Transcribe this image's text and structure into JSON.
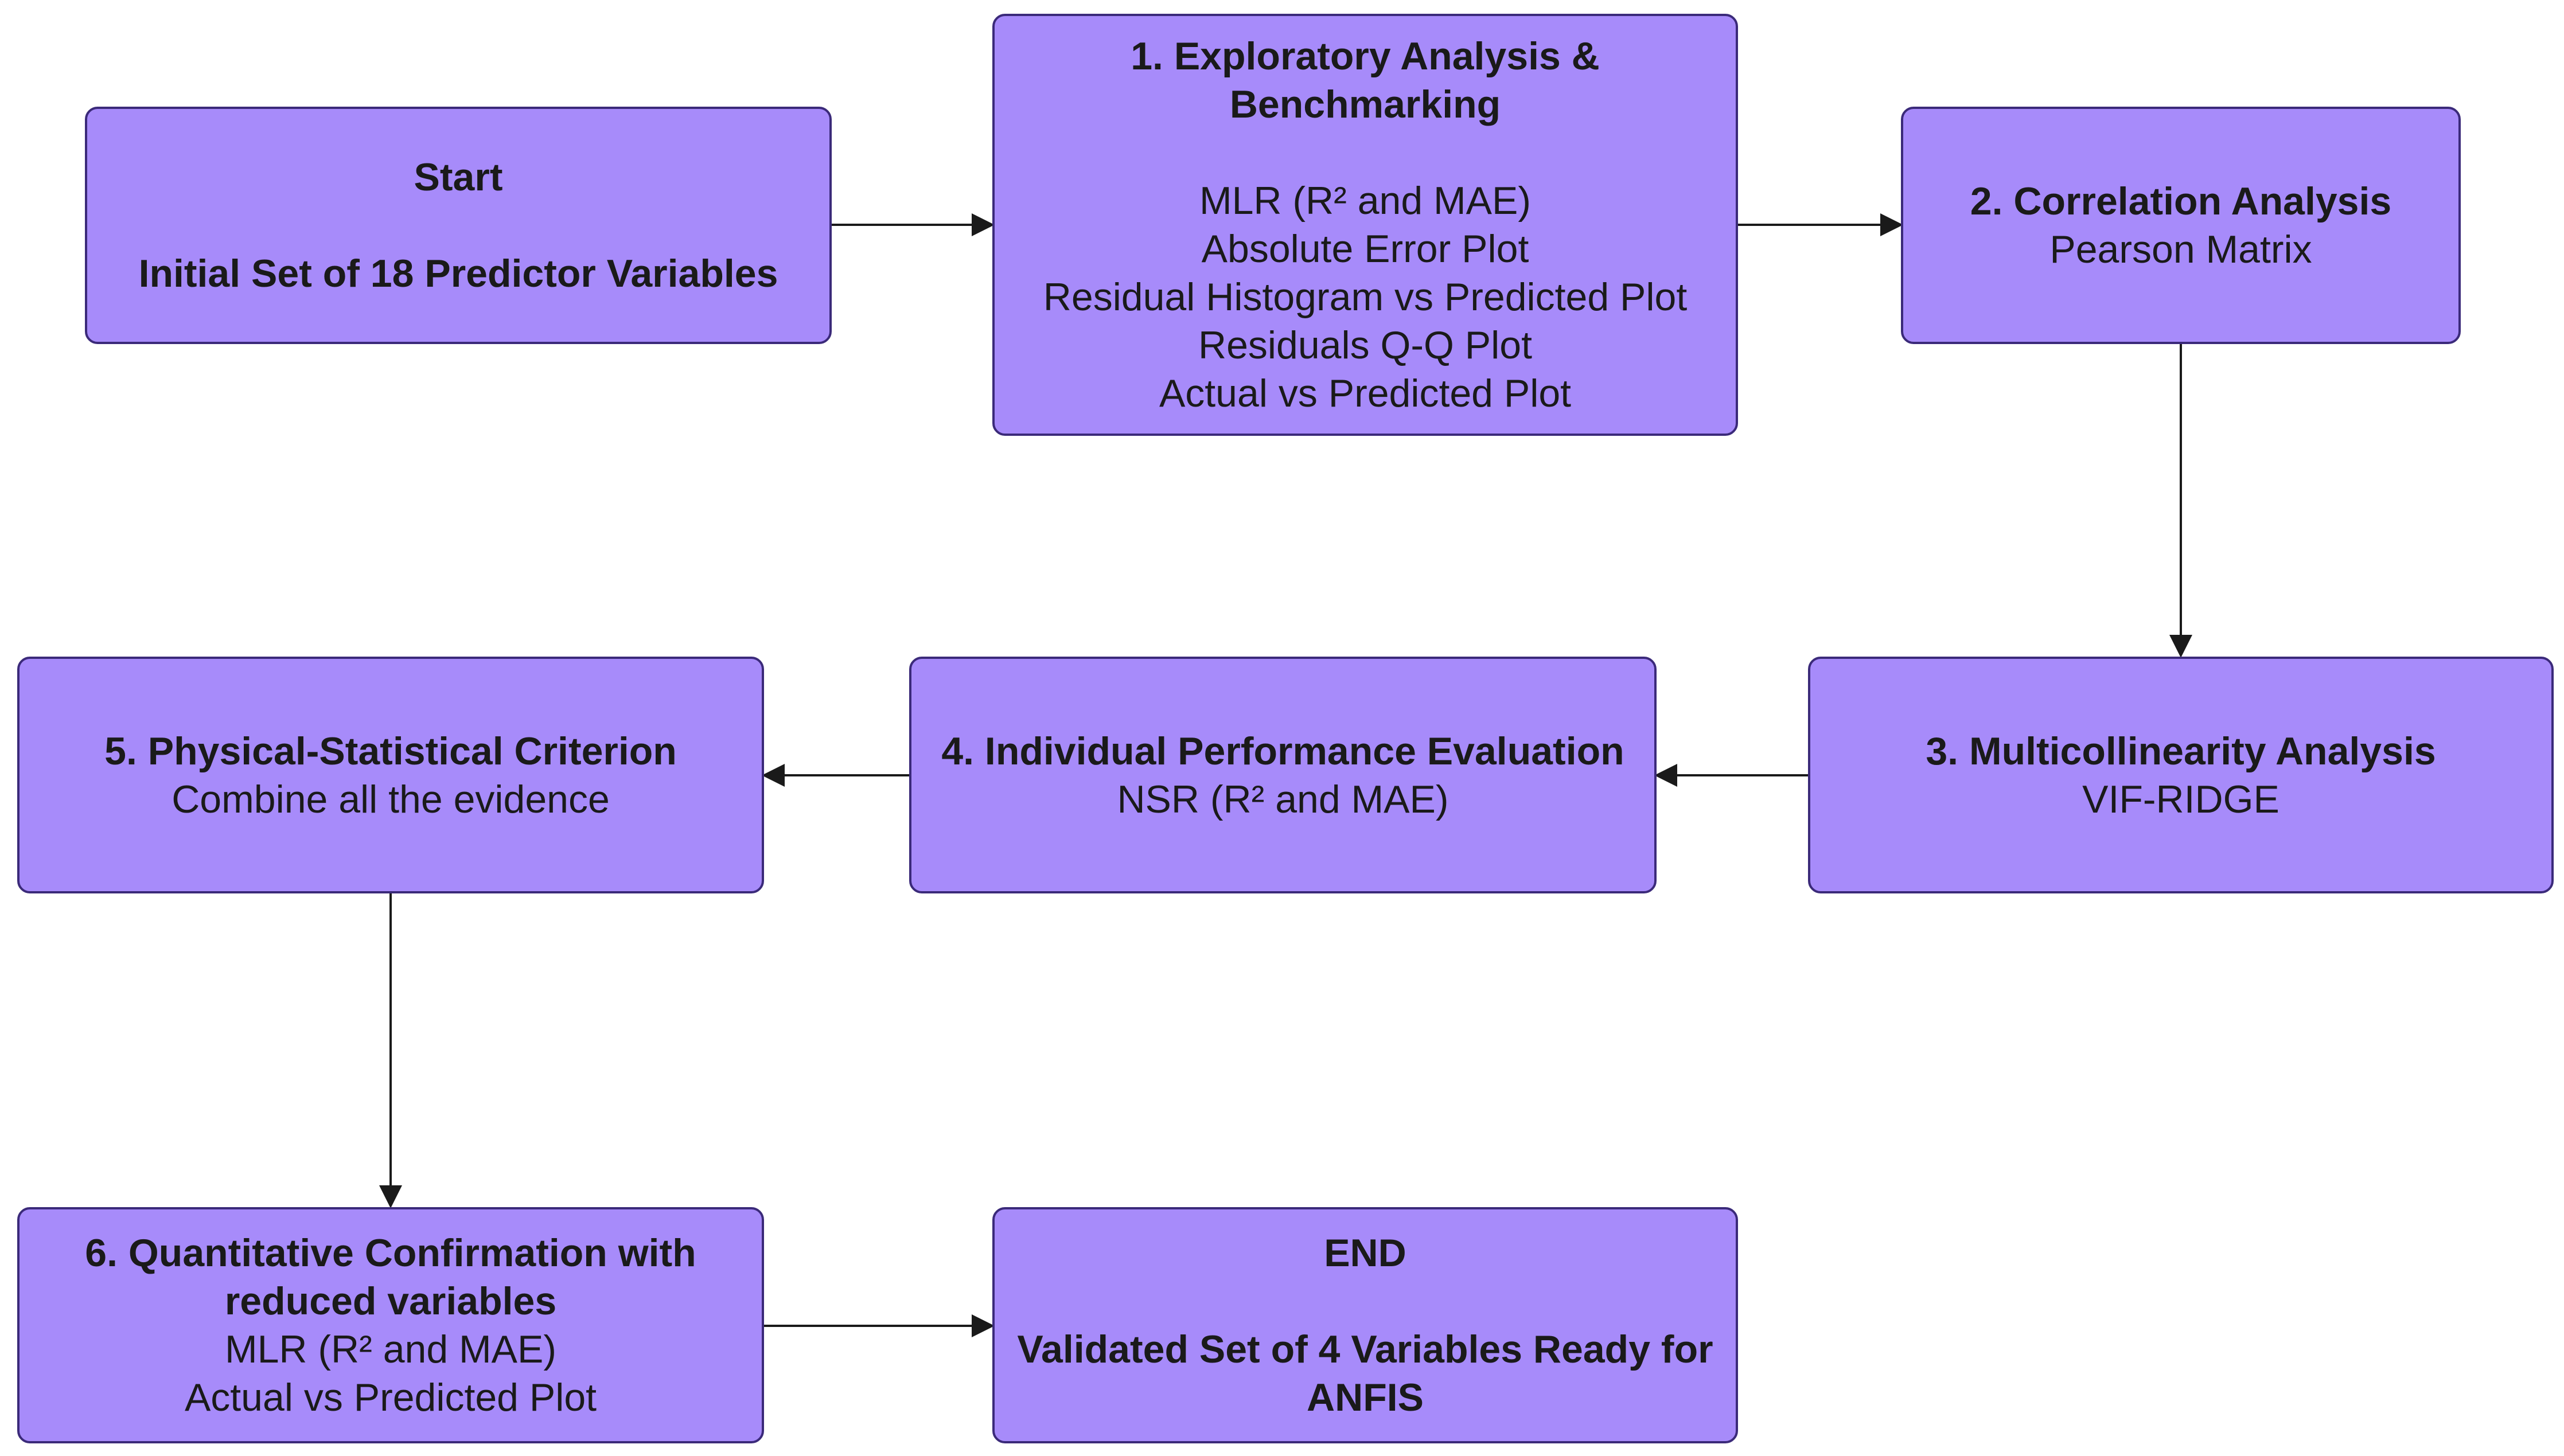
{
  "start": {
    "title": "Start",
    "subtitle": "Initial Set of 18 Predictor Variables"
  },
  "step1": {
    "title_line1": "1.  Exploratory Analysis &",
    "title_line2": "Benchmarking",
    "items": [
      "MLR (R²  and MAE)",
      "Absolute Error Plot",
      "Residual Histogram vs Predicted Plot",
      "Residuals Q-Q Plot",
      "Actual vs Predicted Plot"
    ]
  },
  "step2": {
    "title": "2. Correlation Analysis",
    "detail": "Pearson Matrix"
  },
  "step3": {
    "title": "3. Multicollinearity Analysis",
    "detail": "VIF-RIDGE"
  },
  "step4": {
    "title": "4. Individual Performance Evaluation",
    "detail": "NSR (R²  and MAE)"
  },
  "step5": {
    "title": "5. Physical-Statistical Criterion",
    "detail": "Combine all the evidence"
  },
  "step6": {
    "title_line1": "6. Quantitative Confirmation with",
    "title_line2": "reduced variables",
    "items": [
      "MLR (R²  and MAE)",
      "Actual vs Predicted Plot"
    ]
  },
  "end": {
    "title": "END",
    "subtitle_line1": "Validated Set of 4 Variables Ready for",
    "subtitle_line2": "ANFIS"
  },
  "colors": {
    "box_fill": "#a78bfa",
    "box_border": "#3b2a7a",
    "arrow": "#1a1a1a"
  }
}
